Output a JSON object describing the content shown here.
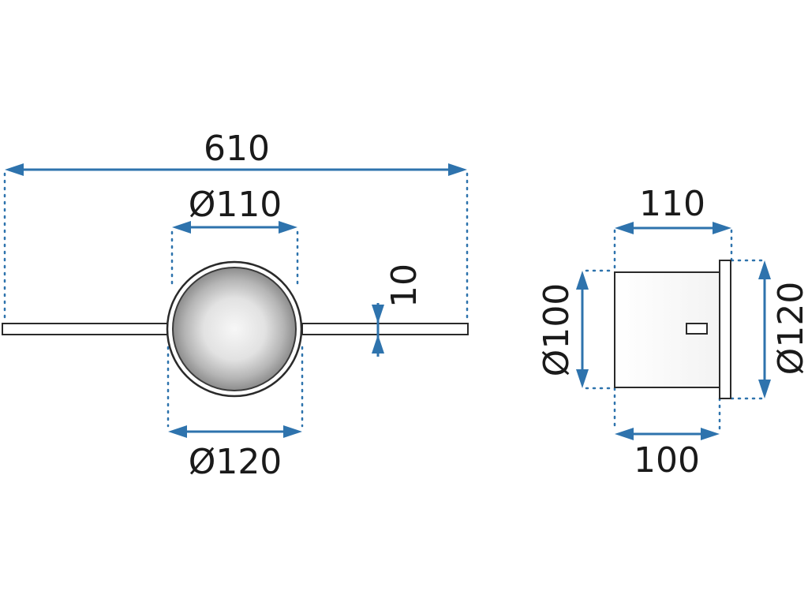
{
  "dimensions": {
    "front_total_width": "610",
    "front_inner_diameter": "Ø110",
    "front_outer_diameter": "Ø120",
    "front_bar_thickness": "10",
    "side_depth_top": "110",
    "side_depth_bottom": "100",
    "side_body_diameter": "Ø100",
    "side_plate_diameter": "Ø120"
  },
  "colors": {
    "dimension_line": "#2e73ad",
    "outline": "#2a2a2a",
    "text": "#1a1a1a"
  }
}
